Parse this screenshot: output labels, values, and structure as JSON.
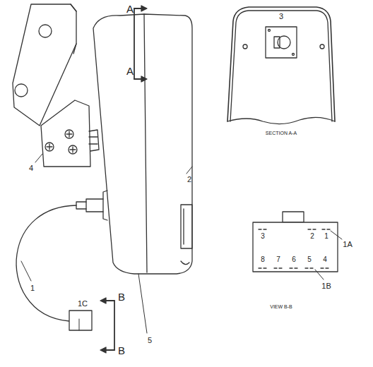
{
  "diagram": {
    "labels": [
      "A",
      "A",
      "3",
      "4",
      "2",
      "SECTION A-A",
      "3",
      "2",
      "1",
      "1A",
      "8",
      "7",
      "6",
      "5",
      "4",
      "1",
      "1B",
      "VIEW B-B",
      "1C",
      "B",
      "5",
      "B"
    ]
  }
}
